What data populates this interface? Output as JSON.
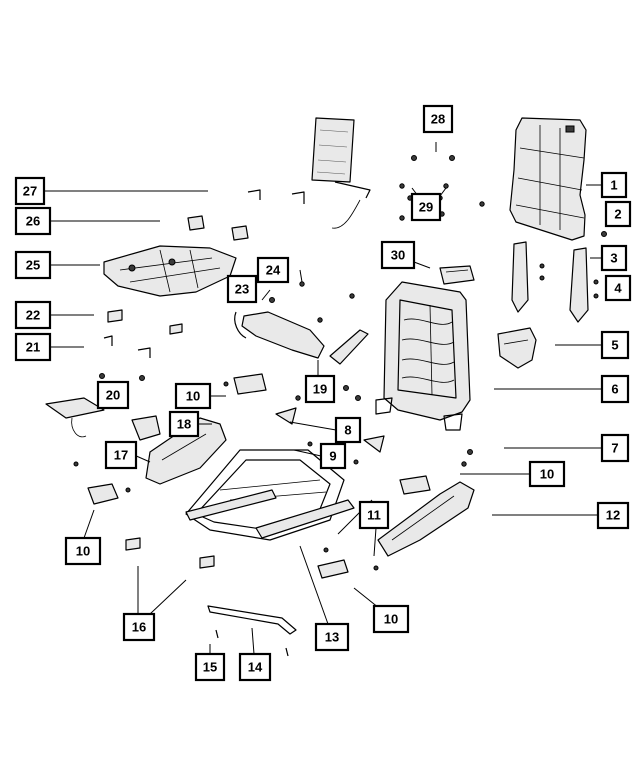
{
  "diagram": {
    "callouts": [
      {
        "id": "c1",
        "label": "1"
      },
      {
        "id": "c2",
        "label": "2"
      },
      {
        "id": "c3",
        "label": "3"
      },
      {
        "id": "c4",
        "label": "4"
      },
      {
        "id": "c5",
        "label": "5"
      },
      {
        "id": "c6",
        "label": "6"
      },
      {
        "id": "c7",
        "label": "7"
      },
      {
        "id": "c8",
        "label": "8"
      },
      {
        "id": "c9",
        "label": "9"
      },
      {
        "id": "c10a",
        "label": "10"
      },
      {
        "id": "c10b",
        "label": "10"
      },
      {
        "id": "c10c",
        "label": "10"
      },
      {
        "id": "c10d",
        "label": "10"
      },
      {
        "id": "c11",
        "label": "11"
      },
      {
        "id": "c12",
        "label": "12"
      },
      {
        "id": "c13",
        "label": "13"
      },
      {
        "id": "c14",
        "label": "14"
      },
      {
        "id": "c15",
        "label": "15"
      },
      {
        "id": "c16",
        "label": "16"
      },
      {
        "id": "c17",
        "label": "17"
      },
      {
        "id": "c18",
        "label": "18"
      },
      {
        "id": "c19",
        "label": "19"
      },
      {
        "id": "c20",
        "label": "20"
      },
      {
        "id": "c21",
        "label": "21"
      },
      {
        "id": "c22",
        "label": "22"
      },
      {
        "id": "c23",
        "label": "23"
      },
      {
        "id": "c24",
        "label": "24"
      },
      {
        "id": "c25",
        "label": "25"
      },
      {
        "id": "c26",
        "label": "26"
      },
      {
        "id": "c27",
        "label": "27"
      },
      {
        "id": "c28",
        "label": "28"
      },
      {
        "id": "c29",
        "label": "29"
      },
      {
        "id": "c30",
        "label": "30"
      }
    ]
  }
}
